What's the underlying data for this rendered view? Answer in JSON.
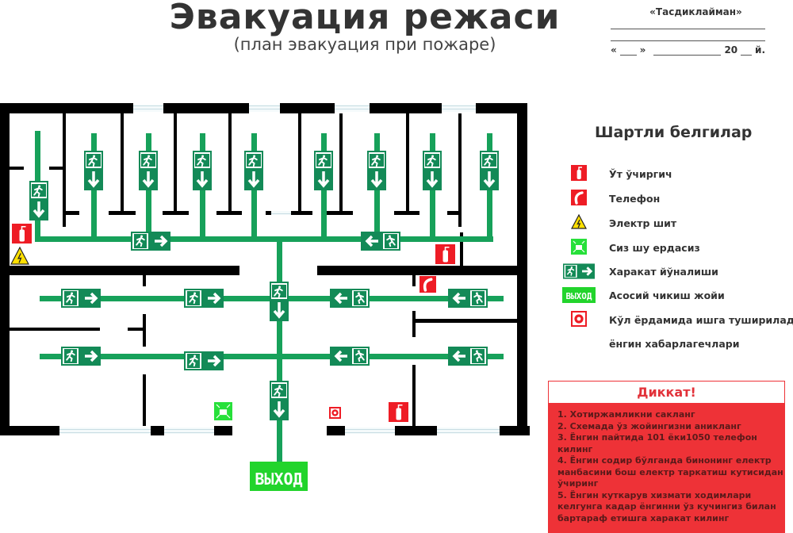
{
  "header": {
    "title": "Эвакуация режаси",
    "subtitle": "(план эвакуация при пожаре)"
  },
  "approval": {
    "heading": "«Тасдиклайман»",
    "date_open": "«",
    "date_close": "»",
    "year_prefix": "20",
    "year_suffix": "й."
  },
  "plan": {
    "exit_label": "ВЫХОД"
  },
  "legend": {
    "title": "Шартли белгилар",
    "items": [
      {
        "icon": "fire-extinguisher-icon",
        "label": "Ўт ўчиргич"
      },
      {
        "icon": "phone-icon",
        "label": "Телефон"
      },
      {
        "icon": "electric-panel-icon",
        "label": "Электр шит"
      },
      {
        "icon": "you-are-here-icon",
        "label": "Сиз шу ердасиз"
      },
      {
        "icon": "exit-direction-icon",
        "label": "Харакат йўналиши"
      },
      {
        "icon": "exit-sign-icon",
        "label": "Асосий чикиш жойи",
        "badge": "ВЫХОД"
      },
      {
        "icon": "fire-alarm-button-icon",
        "label": "Кўл ёрдамида ишга тушириладиган"
      },
      {
        "icon": "",
        "label": "ёнгин хабарлагечлари"
      }
    ]
  },
  "attention": {
    "title": "Диккат!",
    "items": [
      "1. Хотиржамликни сакланг",
      "2. Схемада ўз жойингизни аникланг",
      "3. Ёнгин пайтида 101 ёки1050 телефон  килинг",
      "4. Ёнгин содир бўлганда бинонинг електр манбасини бош електр таркатиш кутисидан ўчиринг",
      "5. Ёнгин куткарув хизмати ходимлари келгунга кадар ёнгинни ўз кучингиз билан бартараф етишга харакат килинг"
    ]
  },
  "colors": {
    "path_green": "#17a15a",
    "sign_green": "#138a57",
    "exit_green": "#22d42c",
    "fire_red": "#ee1c25",
    "wall": "#000000",
    "attention_red": "#ee3237"
  }
}
